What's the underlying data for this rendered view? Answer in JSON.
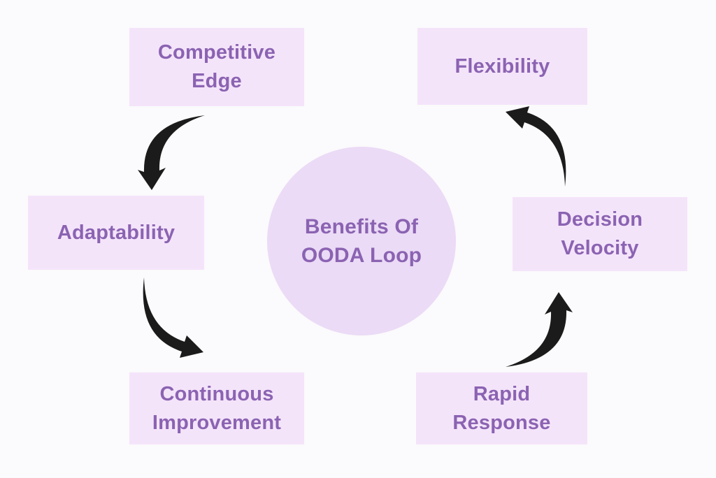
{
  "diagram": {
    "title": "Benefits Of OODA Loop",
    "center": {
      "line1": "Benefits Of",
      "line2": "OODA Loop"
    },
    "nodes": [
      {
        "id": "competitive-edge",
        "label": "Competitive Edge"
      },
      {
        "id": "flexibility",
        "label": "Flexibility"
      },
      {
        "id": "adaptability",
        "label": "Adaptability"
      },
      {
        "id": "decision-velocity",
        "label": "Decision Velocity"
      },
      {
        "id": "continuous-improvement",
        "label": "Continuous Improvement"
      },
      {
        "id": "rapid-response",
        "label": "Rapid Response"
      }
    ],
    "arrows": [
      {
        "from": "competitive-edge",
        "to": "adaptability"
      },
      {
        "from": "adaptability",
        "to": "continuous-improvement"
      },
      {
        "from": "rapid-response",
        "to": "decision-velocity"
      },
      {
        "from": "decision-velocity",
        "to": "flexibility"
      }
    ],
    "colors": {
      "background": "#FBFAFC",
      "box_fill": "#F4E4FA",
      "circle_fill": "#EBDBF6",
      "text": "#8B63B2",
      "arrow": "#1B1B1B"
    }
  }
}
